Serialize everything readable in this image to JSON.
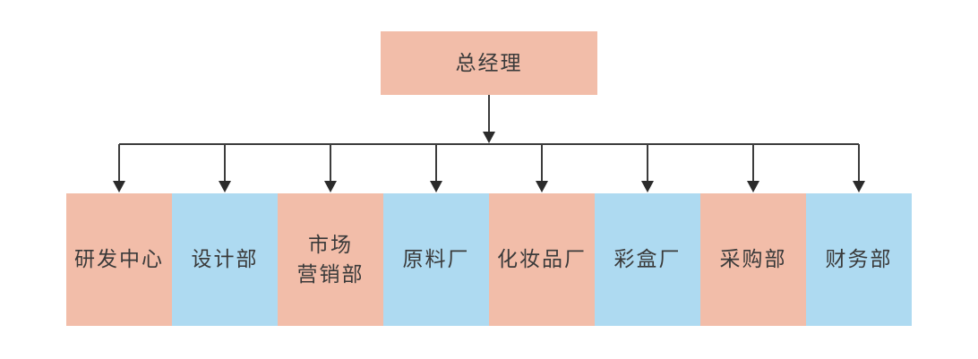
{
  "diagram": {
    "root": {
      "label": "总经理",
      "color": "#F2BDA9"
    },
    "departments": [
      {
        "label": "研发中心",
        "color": "#F2BDA9"
      },
      {
        "label": "设计部",
        "color": "#AEDAF1"
      },
      {
        "label": "市场\n营销部",
        "color": "#F2BDA9"
      },
      {
        "label": "原料厂",
        "color": "#AEDAF1"
      },
      {
        "label": "化妆品厂",
        "color": "#F2BDA9"
      },
      {
        "label": "彩盒厂",
        "color": "#AEDAF1"
      },
      {
        "label": "采购部",
        "color": "#F2BDA9"
      },
      {
        "label": "财务部",
        "color": "#AEDAF1"
      }
    ],
    "line_color": "#3C3C3C",
    "arrow_color": "#2B2B2B",
    "text_color": "#3A3A3A"
  }
}
